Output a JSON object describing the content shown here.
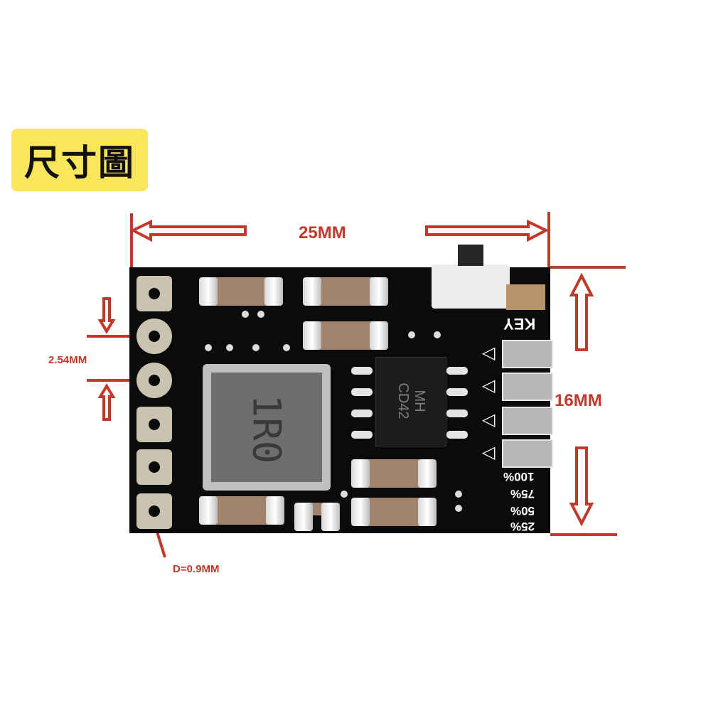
{
  "title": "尺寸圖",
  "dimensions": {
    "width_label": "25MM",
    "height_label": "16MM",
    "pitch_label": "2.54MM",
    "hole_label": "D=0.9MM"
  },
  "board": {
    "inductor_marking": "1R0",
    "chip_marking": "MH CD42",
    "key_label": "KEY",
    "levels": [
      "100%",
      "75%",
      "50%",
      "25%"
    ]
  },
  "colors": {
    "dimension": "#c0392b",
    "title_bg": "#fbe55a",
    "pcb": "#0b0b0b"
  }
}
